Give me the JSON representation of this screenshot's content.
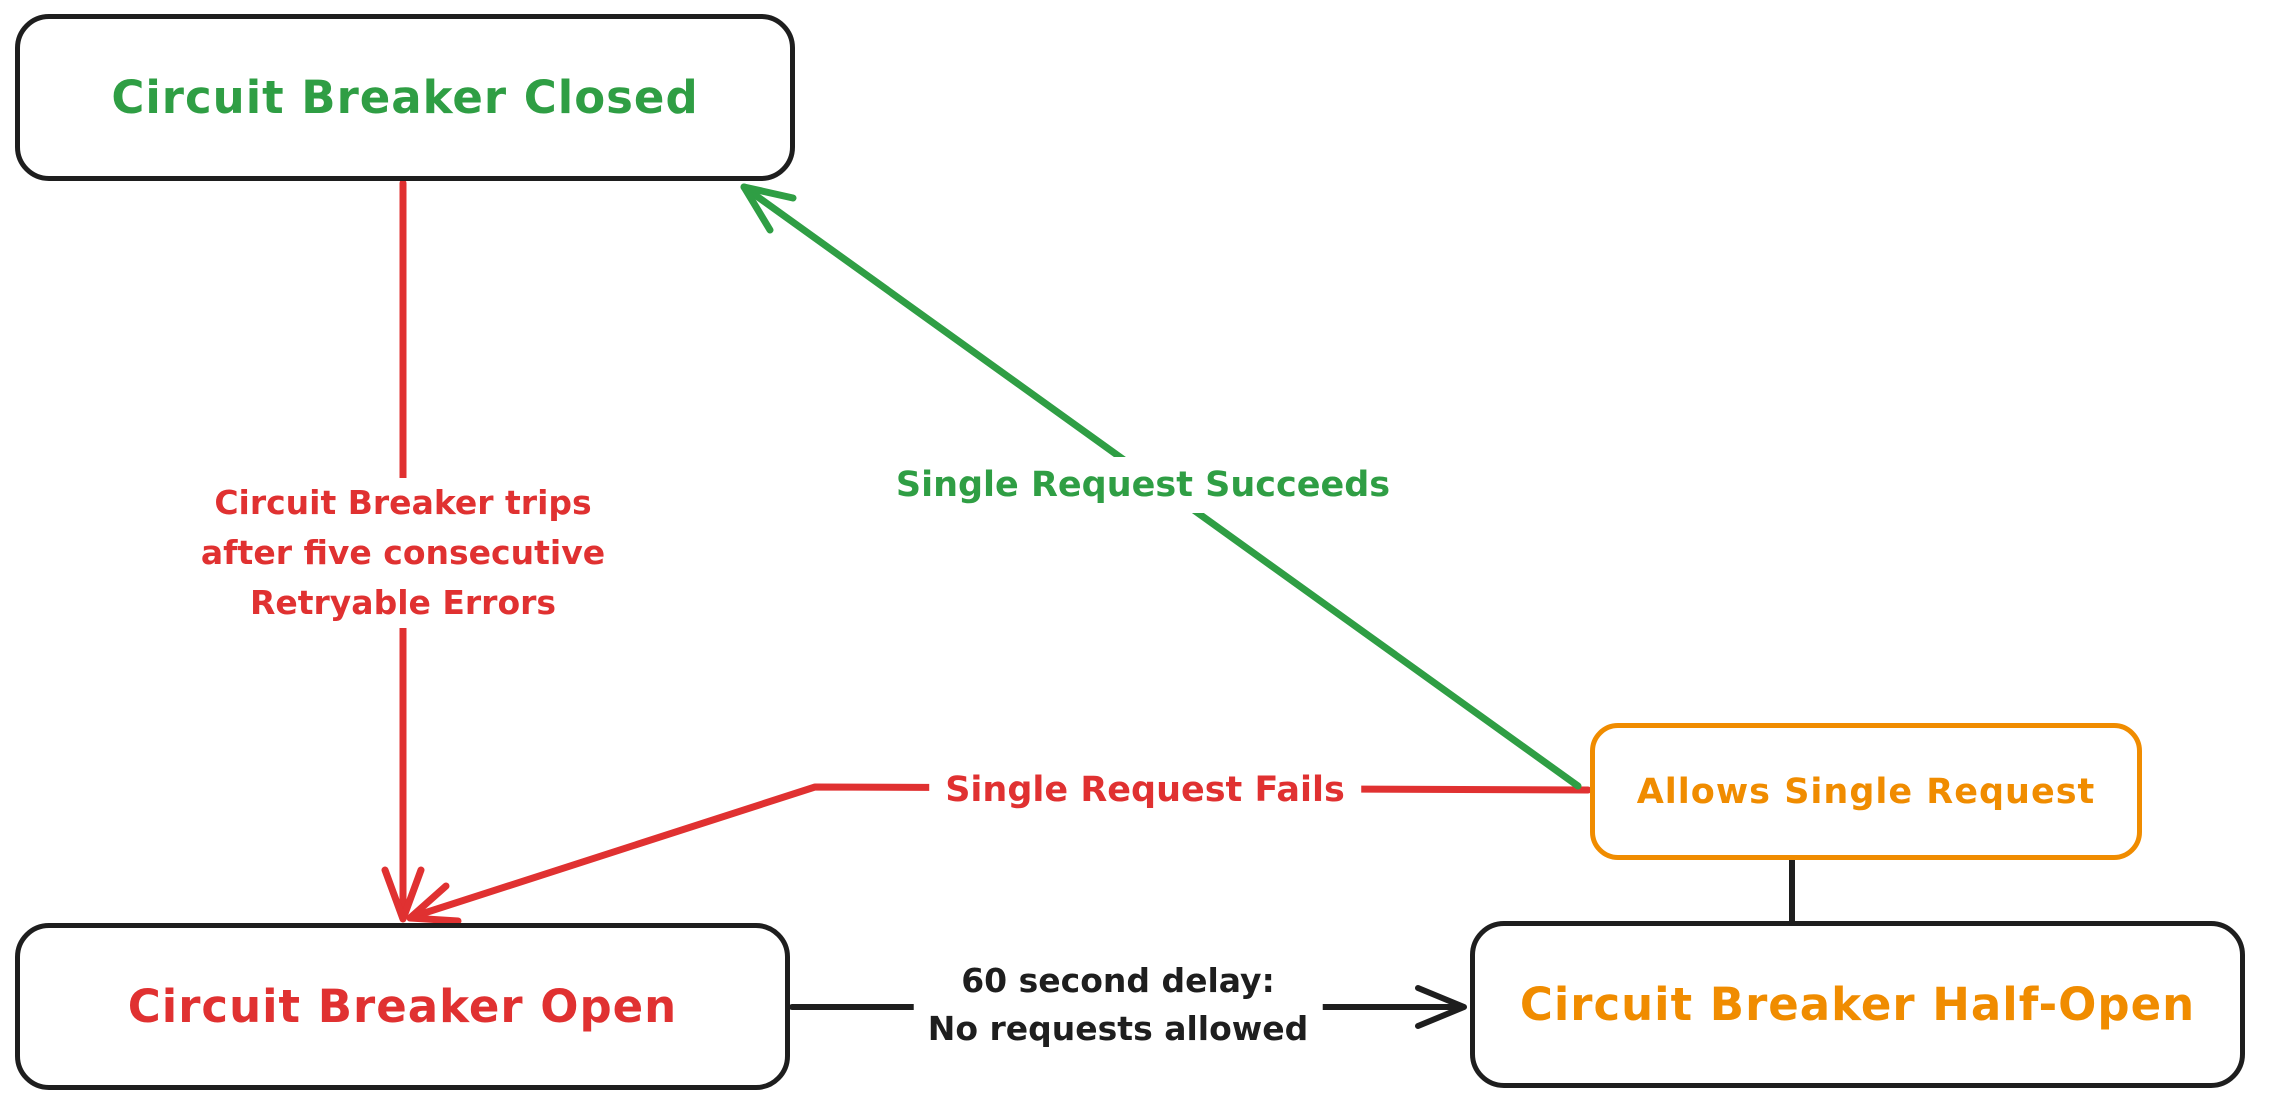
{
  "colors": {
    "black": "#1e1e1e",
    "green": "#2f9e44",
    "red": "#e03131",
    "orange": "#f08c00",
    "background": "#ffffff"
  },
  "nodes": {
    "closed": {
      "label": "Circuit Breaker Closed",
      "color": "#2f9e44"
    },
    "open": {
      "label": "Circuit Breaker Open",
      "color": "#e03131"
    },
    "half_open": {
      "label": "Circuit Breaker Half-Open",
      "color": "#f08c00"
    },
    "allows_single_request": {
      "label": "Allows Single Request",
      "color": "#f08c00"
    }
  },
  "edges": {
    "trip": {
      "from": "closed",
      "to": "open",
      "color": "#e03131",
      "label_lines": [
        "Circuit Breaker trips",
        "after five consecutive",
        "Retryable Errors"
      ]
    },
    "single_request_succeeds": {
      "from": "allows_single_request",
      "to": "closed",
      "color": "#2f9e44",
      "label": "Single Request Succeeds"
    },
    "single_request_fails": {
      "from": "allows_single_request",
      "to": "open",
      "color": "#e03131",
      "label": "Single Request Fails"
    },
    "delay": {
      "from": "open",
      "to": "half_open",
      "color": "#1e1e1e",
      "label_lines": [
        "60 second delay:",
        "No requests allowed"
      ]
    },
    "half_open_link": {
      "from": "allows_single_request",
      "to": "half_open",
      "color": "#1e1e1e"
    }
  }
}
